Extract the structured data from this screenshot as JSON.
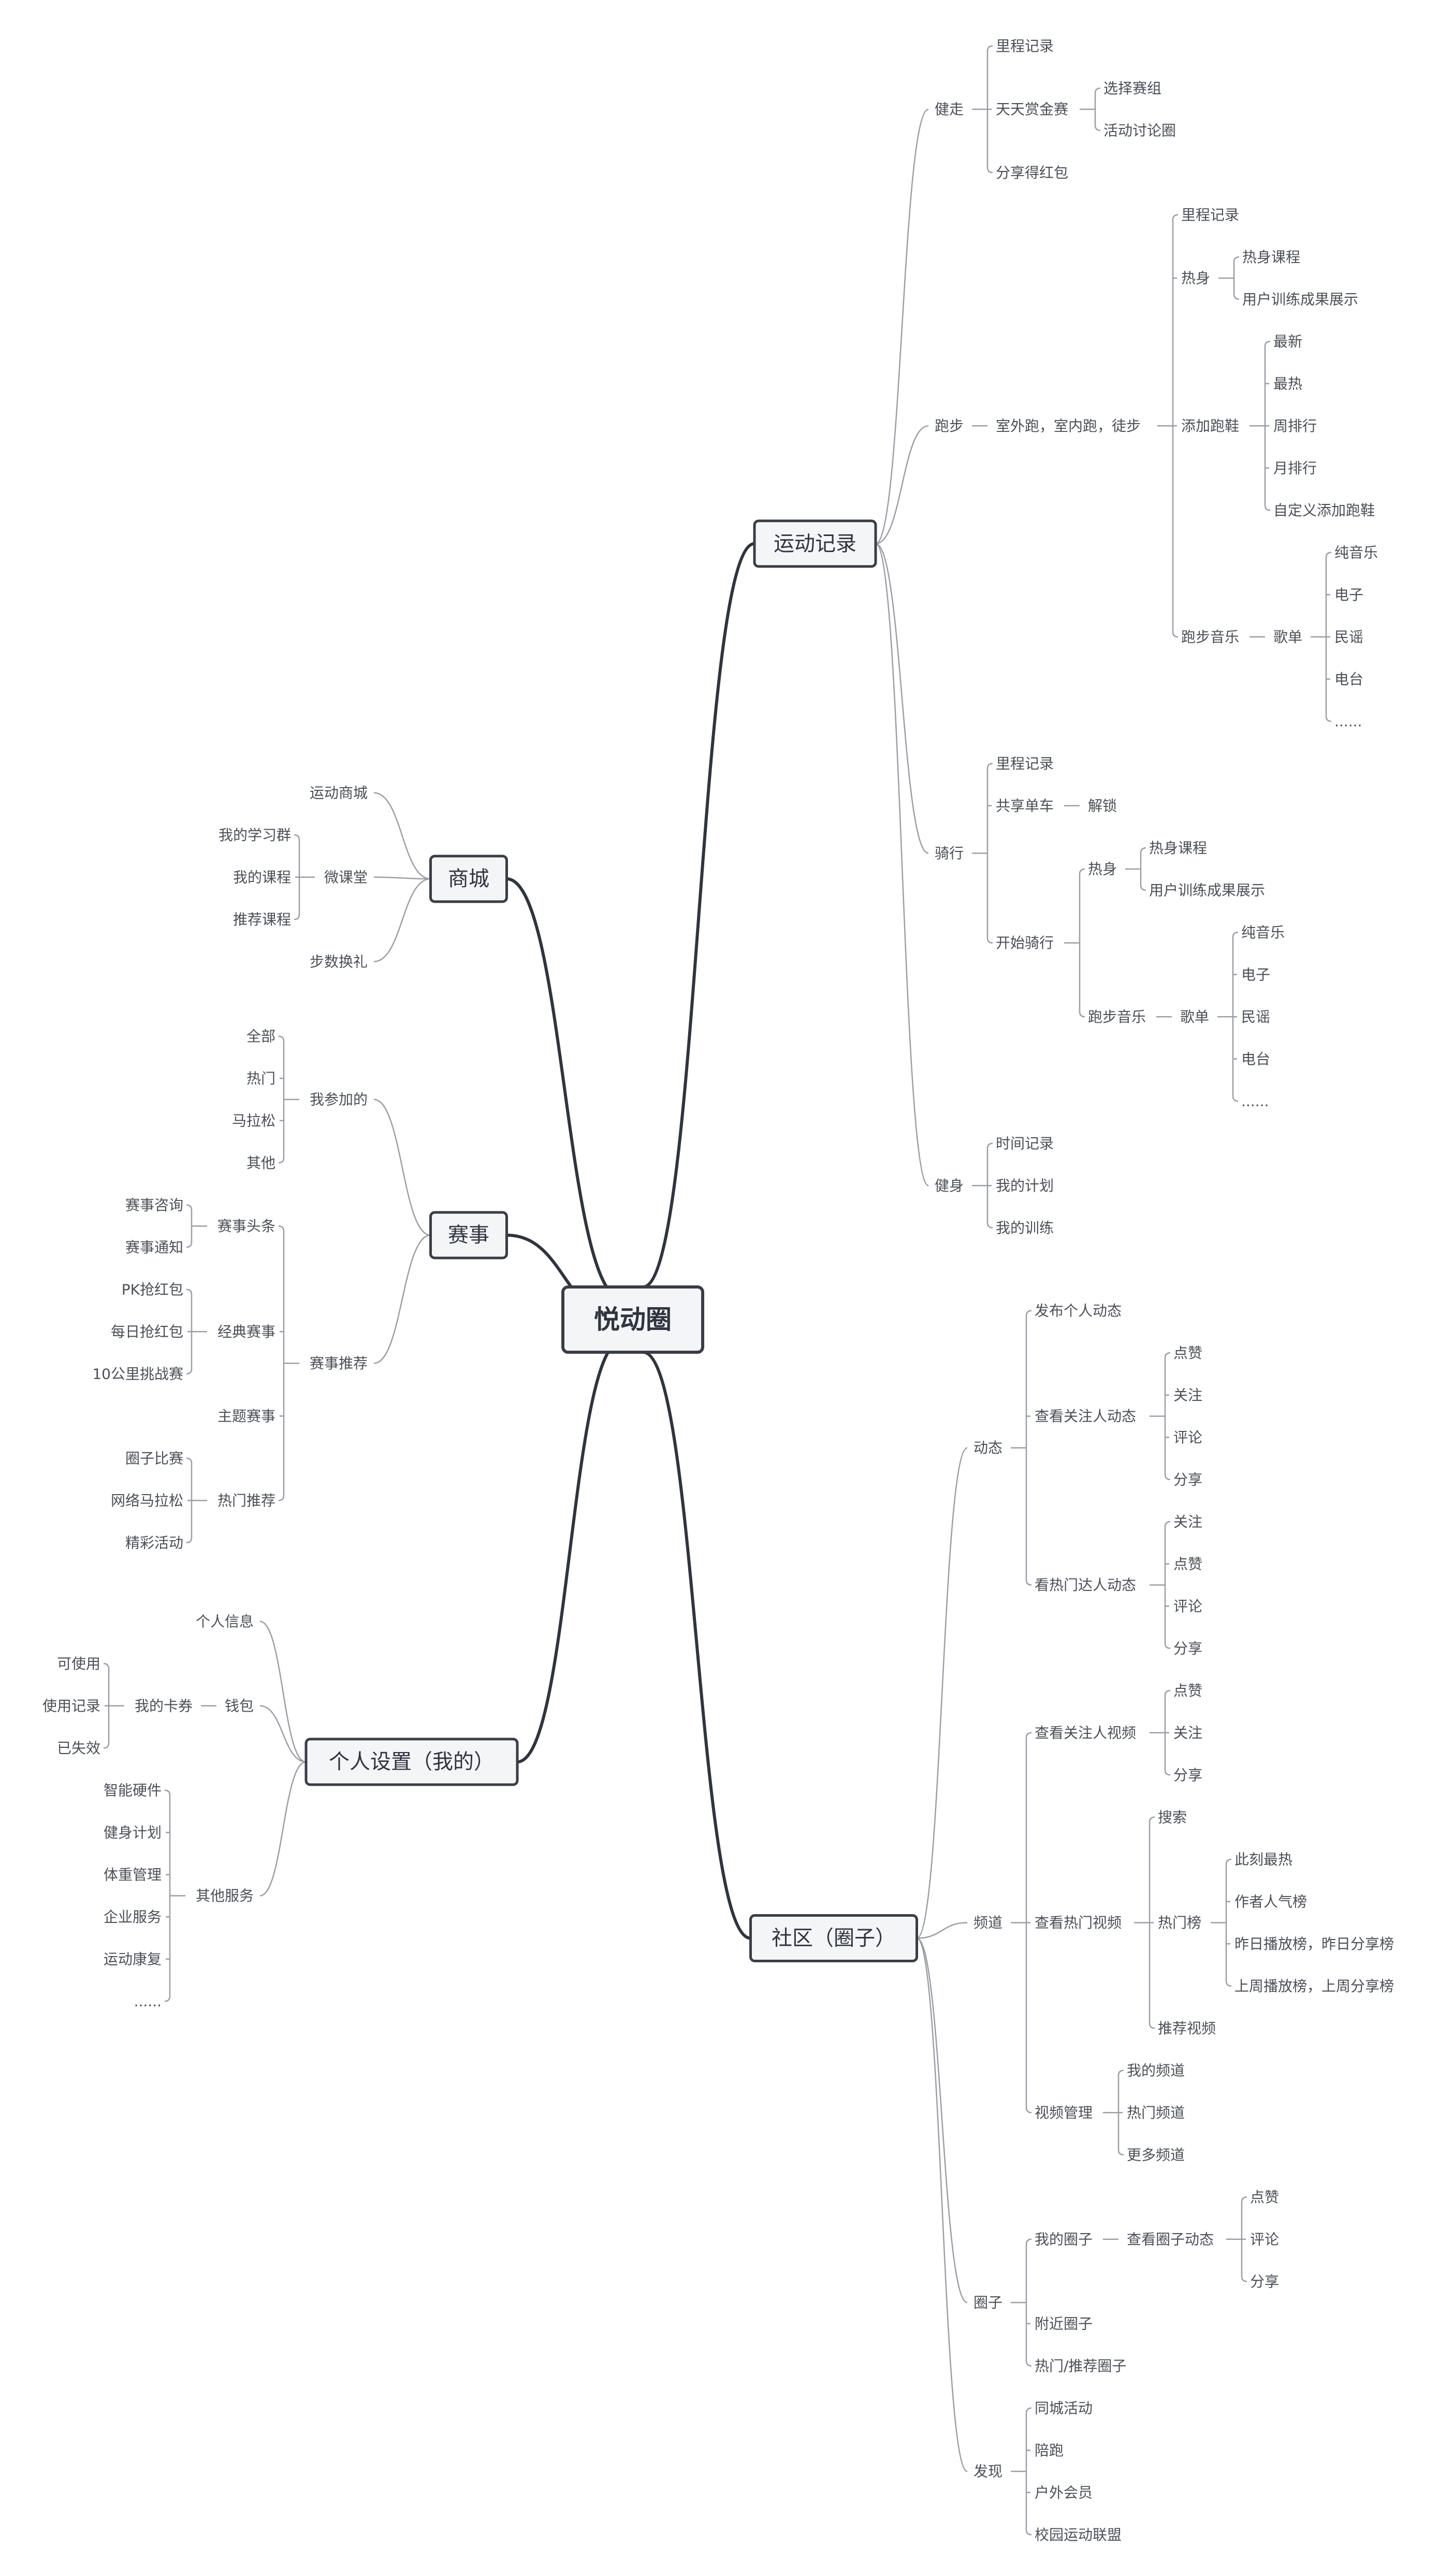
{
  "root": "悦动圈",
  "right": [
    {
      "label": "运动记录",
      "children": [
        {
          "label": "健走",
          "children": [
            {
              "label": "里程记录"
            },
            {
              "label": "天天赏金赛",
              "children": [
                {
                  "label": "选择赛组"
                },
                {
                  "label": "活动讨论圈"
                }
              ]
            },
            {
              "label": "分享得红包"
            }
          ]
        },
        {
          "label": "跑步",
          "children": [
            {
              "label": "室外跑，室内跑，徒步",
              "children": [
                {
                  "label": "里程记录"
                },
                {
                  "label": "热身",
                  "children": [
                    {
                      "label": "热身课程"
                    },
                    {
                      "label": "用户训练成果展示"
                    }
                  ]
                },
                {
                  "label": "添加跑鞋",
                  "children": [
                    {
                      "label": "最新"
                    },
                    {
                      "label": "最热"
                    },
                    {
                      "label": "周排行"
                    },
                    {
                      "label": "月排行"
                    },
                    {
                      "label": "自定义添加跑鞋"
                    }
                  ]
                },
                {
                  "label": "跑步音乐",
                  "children": [
                    {
                      "label": "歌单",
                      "children": [
                        {
                          "label": "纯音乐"
                        },
                        {
                          "label": "电子"
                        },
                        {
                          "label": "民谣"
                        },
                        {
                          "label": "电台"
                        },
                        {
                          "label": "......"
                        }
                      ]
                    }
                  ]
                }
              ]
            }
          ]
        },
        {
          "label": "骑行",
          "children": [
            {
              "label": "里程记录"
            },
            {
              "label": "共享单车",
              "children": [
                {
                  "label": "解锁"
                }
              ]
            },
            {
              "label": "开始骑行",
              "children": [
                {
                  "label": "热身",
                  "children": [
                    {
                      "label": "热身课程"
                    },
                    {
                      "label": "用户训练成果展示"
                    }
                  ]
                },
                {
                  "label": "跑步音乐",
                  "children": [
                    {
                      "label": "歌单",
                      "children": [
                        {
                          "label": "纯音乐"
                        },
                        {
                          "label": "电子"
                        },
                        {
                          "label": "民谣"
                        },
                        {
                          "label": "电台"
                        },
                        {
                          "label": "......"
                        }
                      ]
                    }
                  ]
                }
              ]
            }
          ]
        },
        {
          "label": "健身",
          "children": [
            {
              "label": "时间记录"
            },
            {
              "label": "我的计划"
            },
            {
              "label": "我的训练"
            }
          ]
        }
      ]
    },
    {
      "label": "社区（圈子）",
      "children": [
        {
          "label": "动态",
          "children": [
            {
              "label": "发布个人动态"
            },
            {
              "label": "查看关注人动态",
              "children": [
                {
                  "label": "点赞"
                },
                {
                  "label": "关注"
                },
                {
                  "label": "评论"
                },
                {
                  "label": "分享"
                }
              ]
            },
            {
              "label": "看热门达人动态",
              "children": [
                {
                  "label": "关注"
                },
                {
                  "label": "点赞"
                },
                {
                  "label": "评论"
                },
                {
                  "label": "分享"
                }
              ]
            }
          ]
        },
        {
          "label": "频道",
          "children": [
            {
              "label": "查看关注人视频",
              "children": [
                {
                  "label": "点赞"
                },
                {
                  "label": "关注"
                },
                {
                  "label": "分享"
                }
              ]
            },
            {
              "label": "查看热门视频",
              "children": [
                {
                  "label": "搜索"
                },
                {
                  "label": "热门榜",
                  "children": [
                    {
                      "label": "此刻最热"
                    },
                    {
                      "label": "作者人气榜"
                    },
                    {
                      "label": "昨日播放榜，昨日分享榜"
                    },
                    {
                      "label": "上周播放榜，上周分享榜"
                    }
                  ]
                },
                {
                  "label": "推荐视频"
                }
              ]
            },
            {
              "label": "视频管理",
              "children": [
                {
                  "label": "我的频道"
                },
                {
                  "label": "热门频道"
                },
                {
                  "label": "更多频道"
                }
              ]
            }
          ]
        },
        {
          "label": "圈子",
          "children": [
            {
              "label": "我的圈子",
              "children": [
                {
                  "label": "查看圈子动态",
                  "children": [
                    {
                      "label": "点赞"
                    },
                    {
                      "label": "评论"
                    },
                    {
                      "label": "分享"
                    }
                  ]
                }
              ]
            },
            {
              "label": "附近圈子"
            },
            {
              "label": "热门/推荐圈子"
            }
          ]
        },
        {
          "label": "发现",
          "children": [
            {
              "label": "同城活动"
            },
            {
              "label": "陪跑"
            },
            {
              "label": "户外会员"
            },
            {
              "label": "校园运动联盟"
            }
          ]
        }
      ]
    }
  ],
  "left": [
    {
      "label": "商城",
      "children": [
        {
          "label": "运动商城"
        },
        {
          "label": "微课堂",
          "children": [
            {
              "label": "我的学习群"
            },
            {
              "label": "我的课程"
            },
            {
              "label": "推荐课程"
            }
          ]
        },
        {
          "label": "步数换礼"
        }
      ]
    },
    {
      "label": "赛事",
      "children": [
        {
          "label": "我参加的",
          "children": [
            {
              "label": "全部"
            },
            {
              "label": "热门"
            },
            {
              "label": "马拉松"
            },
            {
              "label": "其他"
            }
          ]
        },
        {
          "label": "赛事推荐",
          "children": [
            {
              "label": "赛事头条",
              "children": [
                {
                  "label": "赛事咨询"
                },
                {
                  "label": "赛事通知"
                }
              ]
            },
            {
              "label": "经典赛事",
              "children": [
                {
                  "label": "PK抢红包"
                },
                {
                  "label": "每日抢红包"
                },
                {
                  "label": "10公里挑战赛"
                }
              ]
            },
            {
              "label": "主题赛事"
            },
            {
              "label": "热门推荐",
              "children": [
                {
                  "label": "圈子比赛"
                },
                {
                  "label": "网络马拉松"
                },
                {
                  "label": "精彩活动"
                }
              ]
            }
          ]
        }
      ]
    },
    {
      "label": "个人设置（我的）",
      "children": [
        {
          "label": "个人信息"
        },
        {
          "label": "钱包",
          "children": [
            {
              "label": "我的卡券",
              "children": [
                {
                  "label": "可使用"
                },
                {
                  "label": "使用记录"
                },
                {
                  "label": "已失效"
                }
              ]
            }
          ]
        },
        {
          "label": "其他服务",
          "children": [
            {
              "label": "智能硬件"
            },
            {
              "label": "健身计划"
            },
            {
              "label": "体重管理"
            },
            {
              "label": "企业服务"
            },
            {
              "label": "运动康复"
            },
            {
              "label": "......"
            }
          ]
        }
      ]
    }
  ]
}
